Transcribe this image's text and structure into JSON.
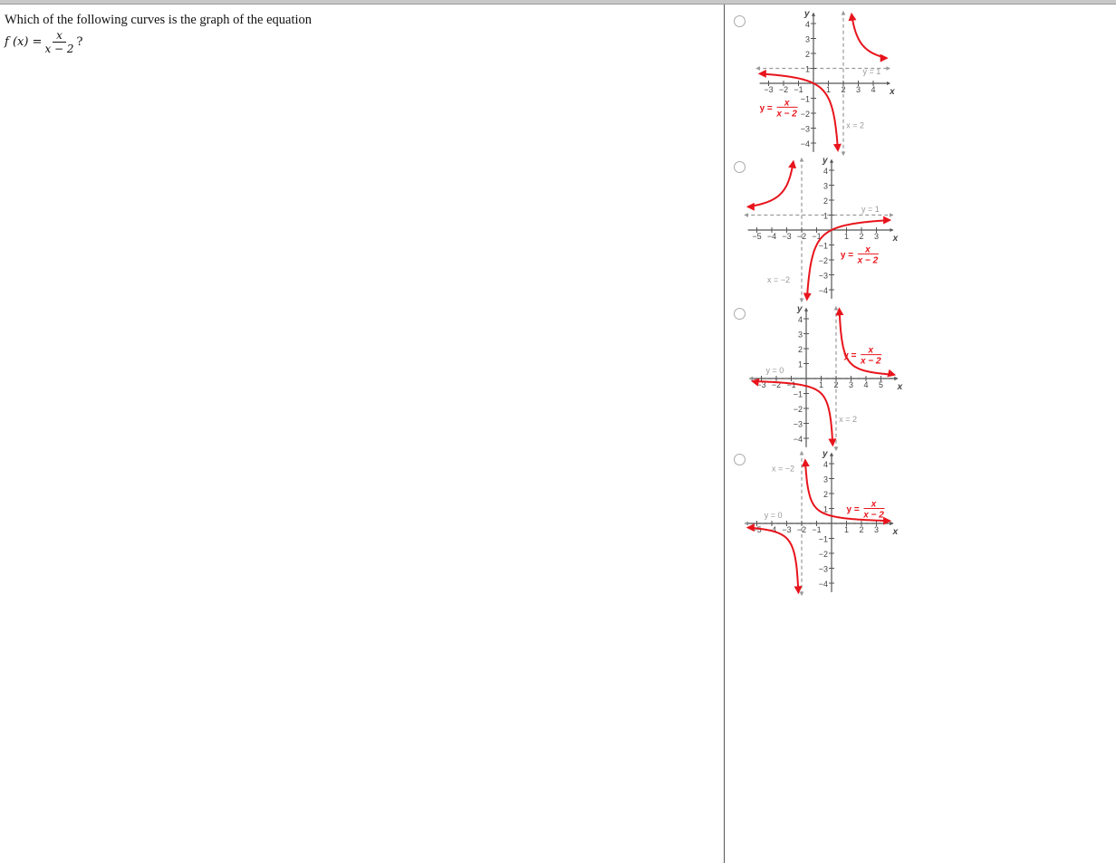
{
  "question": {
    "text": "Which of the following curves is the graph of the equation",
    "lhs": "f (x) =",
    "numerator": "x",
    "denominator": "x − 2",
    "suffix": "?"
  },
  "colors": {
    "curve": "#e8141c",
    "axis": "#555555",
    "asymptote": "#9a9a9a"
  },
  "options": [
    {
      "xlim": [
        -3,
        4
      ],
      "ylim": [
        -4,
        4
      ],
      "v_asym": 2,
      "h_asym": 1,
      "v_label": "x = 2",
      "h_label": "y = 1",
      "curve": {
        "a": 2,
        "h": 2,
        "k": 1
      },
      "eq_label": {
        "prefix": "y =",
        "num": "x",
        "den": "x − 2"
      },
      "x_label": "x",
      "y_label": "y"
    },
    {
      "xlim": [
        -5,
        3
      ],
      "ylim": [
        -4,
        4
      ],
      "v_asym": -2,
      "h_asym": 1,
      "v_label": "x = −2",
      "h_label": "y = 1",
      "curve": {
        "a": -2,
        "h": -2,
        "k": 1
      },
      "eq_label": {
        "prefix": "y =",
        "num": "x",
        "den": "x − 2"
      },
      "x_label": "x",
      "y_label": "y"
    },
    {
      "xlim": [
        -3,
        5
      ],
      "ylim": [
        -4,
        4
      ],
      "v_asym": 2,
      "h_asym": 0,
      "v_label": "x = 2",
      "h_label": "y = 0",
      "curve": {
        "a": 1,
        "h": 2,
        "k": 0
      },
      "eq_label": {
        "prefix": "y =",
        "num": "x",
        "den": "x − 2"
      },
      "x_label": "x",
      "y_label": "y"
    },
    {
      "xlim": [
        -5,
        3
      ],
      "ylim": [
        -4,
        4
      ],
      "v_asym": -2,
      "h_asym": 0,
      "v_label": "x = −2",
      "h_label": "y = 0",
      "curve": {
        "a": 1,
        "h": -2,
        "k": 0
      },
      "eq_label": {
        "prefix": "y =",
        "num": "x",
        "den": "x − 2"
      },
      "x_label": "x",
      "y_label": "y"
    }
  ]
}
